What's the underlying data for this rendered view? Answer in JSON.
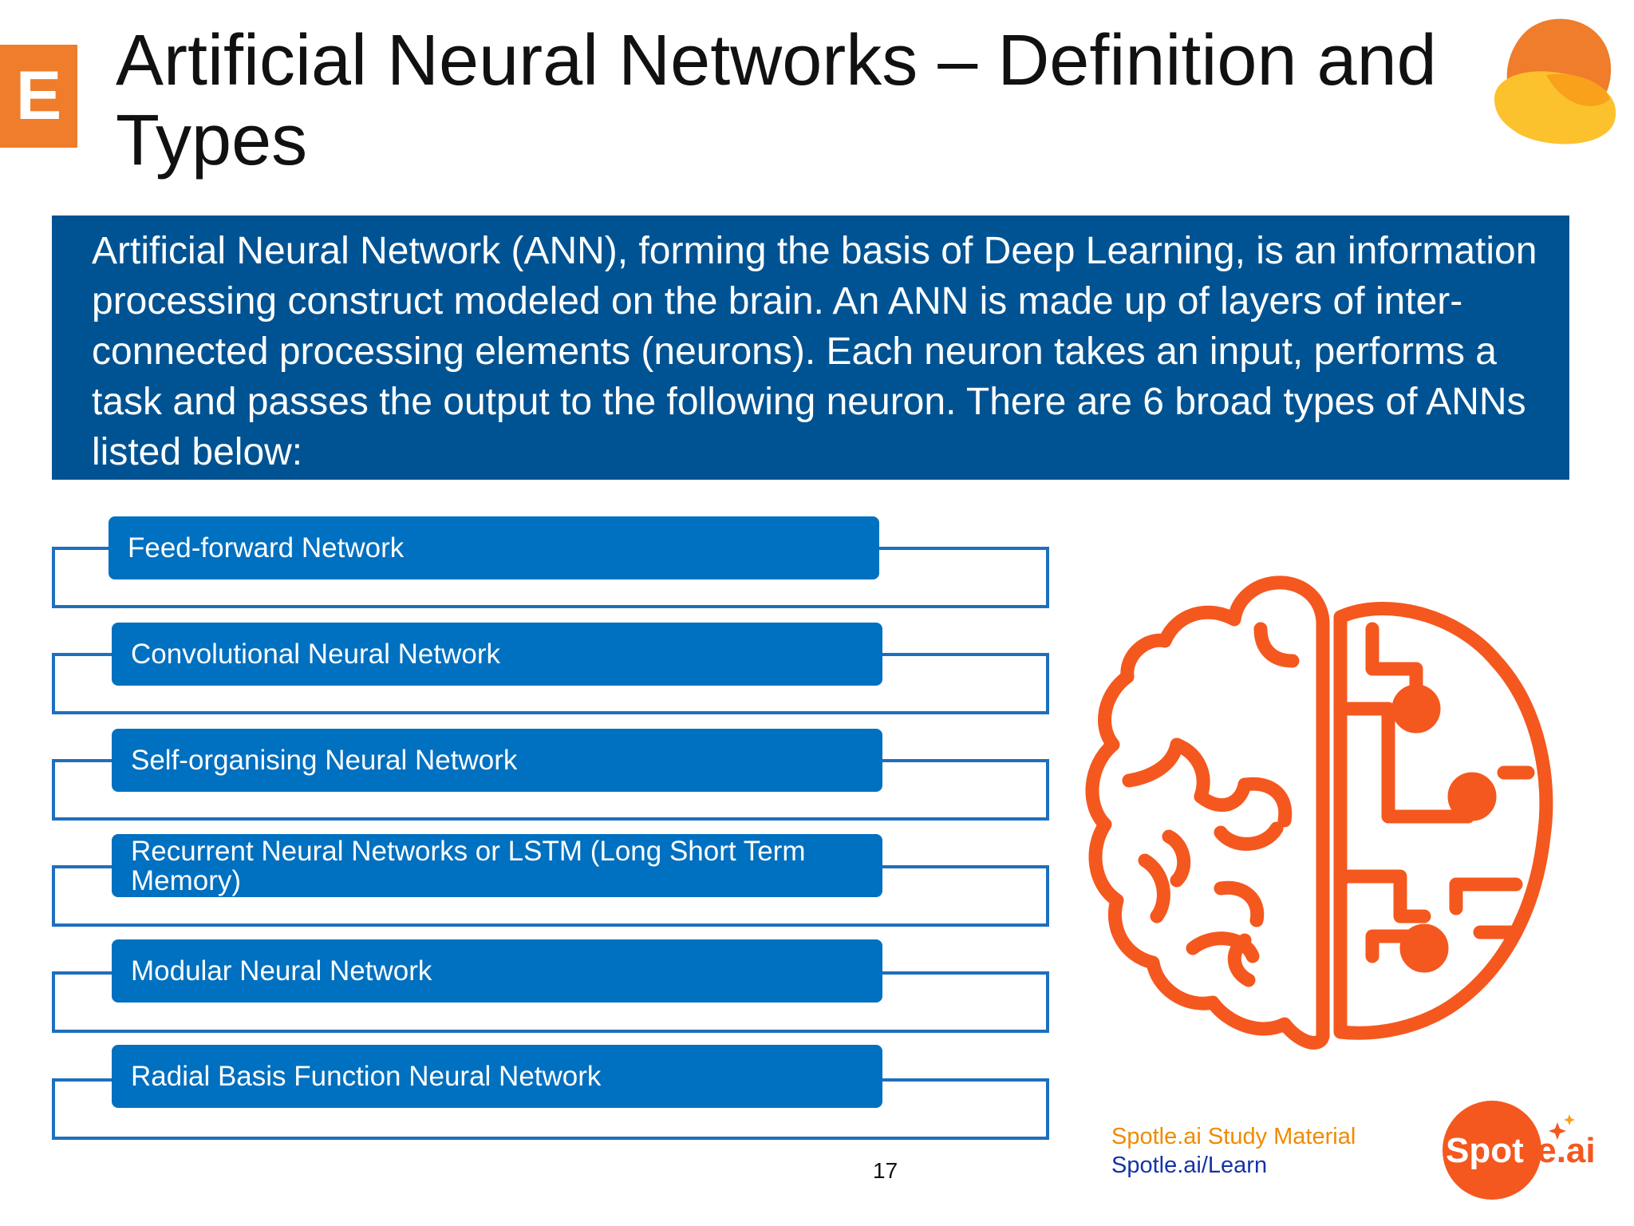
{
  "slide": {
    "badge_letter": "E",
    "title": "Artificial Neural Networks – Definition and Types",
    "definition": "Artificial Neural Network (ANN), forming the basis of Deep Learning, is an information processing construct modeled on the brain. An ANN is made up of layers of inter-connected processing elements (neurons). Each neuron takes an input, performs a task and passes the output to the following neuron. There are 6 broad types of ANNs listed below:",
    "types": [
      "Feed-forward Network",
      "Convolutional Neural Network",
      "Self-organising Neural Network",
      "Recurrent Neural Networks or  LSTM (Long Short Term Memory)",
      "Modular Neural Network",
      "Radial Basis Function Neural Network"
    ],
    "page_number": "17"
  },
  "footer": {
    "study_material": "Spotle.ai Study Material",
    "learn_link": "Spotle.ai/Learn",
    "logo_text_a": "Spot",
    "logo_text_b": "le.ai"
  },
  "colors": {
    "accent_orange": "#ef7d2c",
    "definition_bg": "#005393",
    "pill_blue": "#0070c0",
    "frame_blue": "#1e6fbd",
    "brain_orange": "#f4581f"
  },
  "icons": {
    "badge": "letter-e-badge",
    "corner": "yellow-orange-blob-icon",
    "illustration": "circuit-brain-icon",
    "logo": "spotle-logo"
  }
}
